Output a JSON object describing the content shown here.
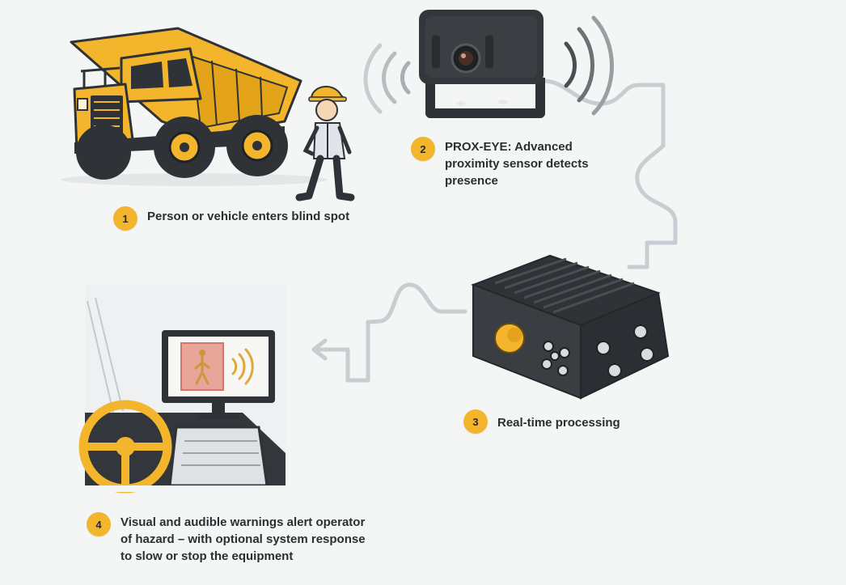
{
  "steps": [
    {
      "number": "1",
      "text": "Person or vehicle enters blind spot"
    },
    {
      "number": "2",
      "text": "PROX-EYE: Advanced proximity sensor detects presence"
    },
    {
      "number": "3",
      "text": "Real-time processing"
    },
    {
      "number": "4",
      "text": "Visual and audible warnings alert operator of hazard – with optional system response to slow or stop the equipment"
    }
  ],
  "colors": {
    "accent_yellow": "#f2b52b",
    "dark_body": "#33373b",
    "connector": "#c9cdd1",
    "alert_red": "#e8a59a",
    "background": "#f4f5f5"
  },
  "icons": [
    "dump-truck-icon",
    "worker-icon",
    "proximity-camera-icon",
    "processing-unit-icon",
    "cab-display-icon"
  ]
}
